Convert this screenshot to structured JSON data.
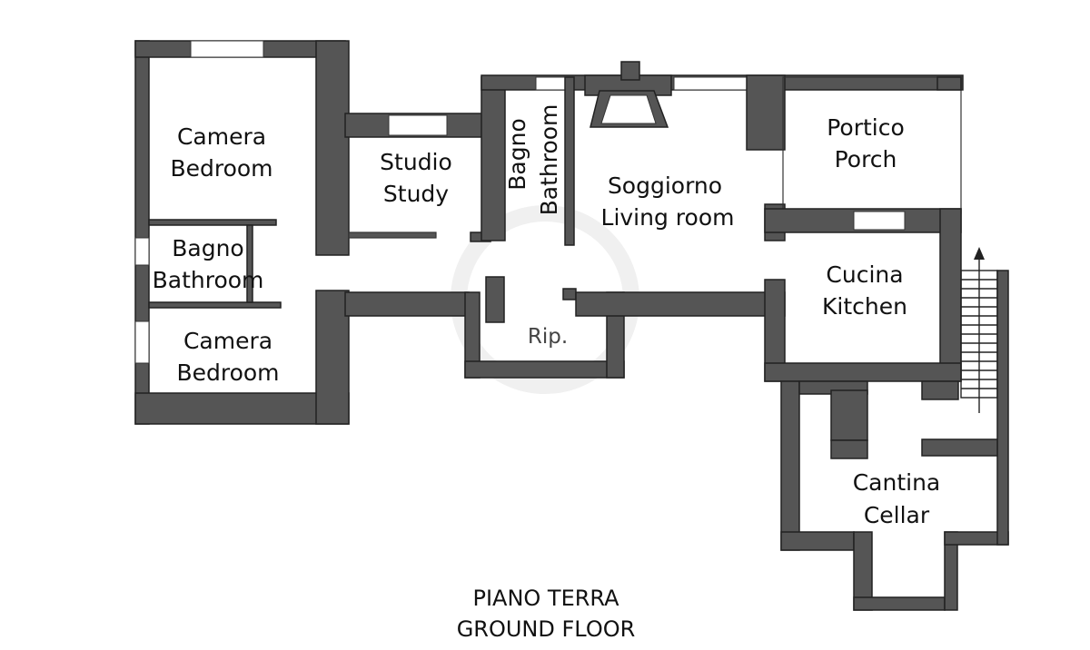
{
  "rooms": {
    "camera_top": {
      "line1": "Camera",
      "line2": "Bedroom"
    },
    "bagno_left": {
      "line1": "Bagno",
      "line2": "Bathroom"
    },
    "camera_bottom": {
      "line1": "Camera",
      "line2": "Bedroom"
    },
    "studio": {
      "line1": "Studio",
      "line2": "Study"
    },
    "bagno_center": {
      "line1": "Bagno",
      "line2": "Bathroom"
    },
    "soggiorno": {
      "line1": "Soggiorno",
      "line2": "Living room"
    },
    "portico": {
      "line1": "Portico",
      "line2": "Porch"
    },
    "cucina": {
      "line1": "Cucina",
      "line2": "Kitchen"
    },
    "ripostiglio": {
      "line1": "Rip."
    },
    "cantina": {
      "line1": "Cantina",
      "line2": "Cellar"
    }
  },
  "floor": {
    "line1": "PIANO TERRA",
    "line2": "GROUND FLOOR"
  }
}
